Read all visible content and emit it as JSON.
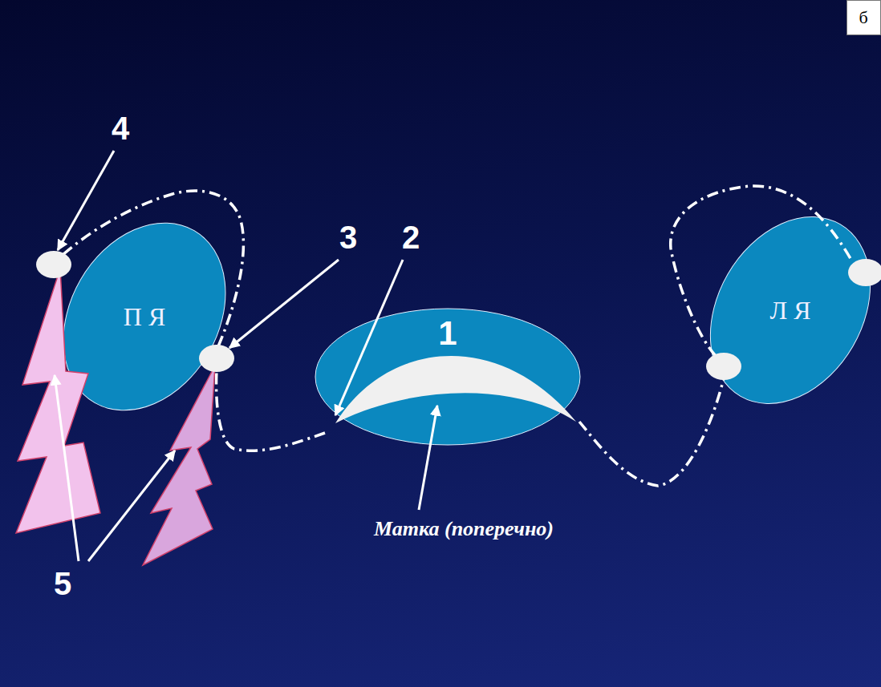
{
  "diagram": {
    "nodes": [
      {
        "text": [
          "б"
        ]
      },
      {
        "text": [
          "П Я"
        ]
      },
      {
        "text": [
          "1"
        ]
      },
      {
        "text": [
          "Л Я"
        ]
      }
    ],
    "labels": [
      "4",
      "3",
      "2",
      "5",
      "Матка (поперечно)"
    ]
  }
}
